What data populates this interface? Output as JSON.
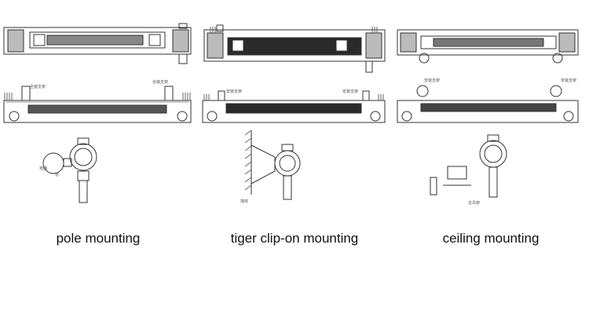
{
  "panels": [
    {
      "caption": "pole mounting",
      "top_callout_left": "全装支架",
      "top_callout_right": "全装支架",
      "callout_a": "抱箍",
      "callout_b": "管"
    },
    {
      "caption": "tiger clip-on mounting",
      "top_callout_left": "安装支架",
      "top_callout_right": "安装支架",
      "callout_a": "墙体"
    },
    {
      "caption": "ceiling mounting",
      "top_callout_left": "安装支架",
      "top_callout_right": "安装支架",
      "callout_a": "支吊架"
    }
  ],
  "colors": {
    "line": "#333333",
    "tube_dark": "#2a2a2a",
    "fin": "#666666",
    "background": "#ffffff"
  }
}
